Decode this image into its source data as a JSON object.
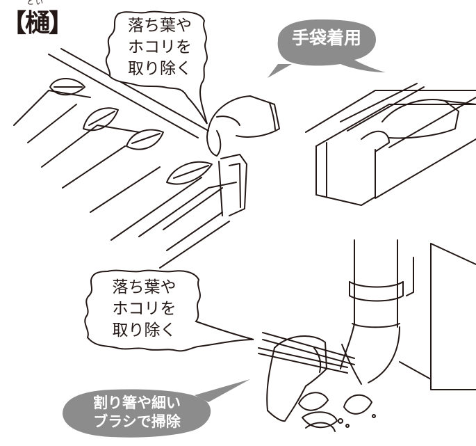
{
  "heading": {
    "ruby": "とい",
    "title": "【樋】"
  },
  "bubble_top": [
    "落ち葉や",
    "ホコリを",
    "取り除く"
  ],
  "badge_top": "手袋着用",
  "bubble_bottom": [
    "落ち葉や",
    "ホコリを",
    "取り除く"
  ],
  "badge_bottom": [
    "割り箸や細い",
    "ブラシで掃除"
  ],
  "colors": {
    "ink": "#231815",
    "badge": "#8c8c8c",
    "background": "#ffffff"
  },
  "icons": [
    "gutter-illustration",
    "gloved-hand-icon",
    "leaf-icon",
    "downspout-illustration",
    "chopsticks-icon"
  ]
}
